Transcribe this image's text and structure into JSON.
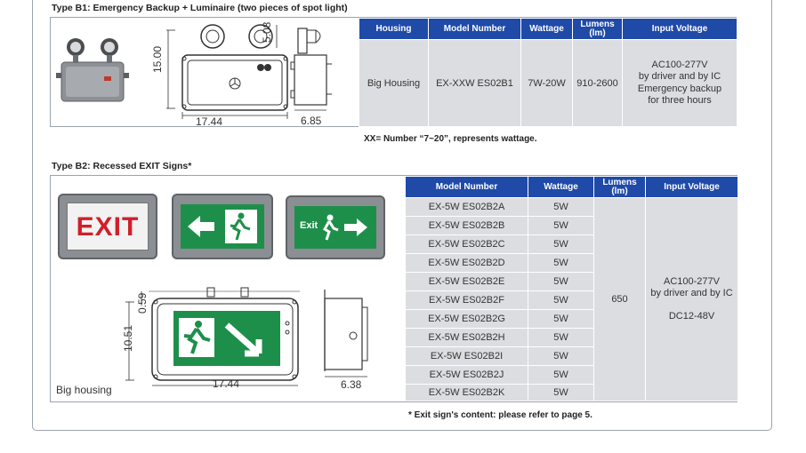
{
  "b1": {
    "title": "Type B1: Emergency Backup + Luminaire (two pieces of spot light)",
    "headers": [
      "Housing",
      "Model Number",
      "Wattage",
      "Lumens",
      "(lm)",
      "Input Voltage"
    ],
    "row": {
      "housing": "Big Housing",
      "model": "EX-XXW ES02B1",
      "wattage": "7W-20W",
      "lumens": "910-2600",
      "voltage": [
        "AC100-277V",
        "by driver and by IC",
        "Emergency backup",
        "for three hours"
      ]
    },
    "dims": {
      "height": "15.00",
      "lamp": "5.08",
      "width": "17.44",
      "depth": "6.85"
    },
    "footnote": "XX= Number “7~20”, represents wattage."
  },
  "b2": {
    "title": "Type B2: Recessed EXIT Signs*",
    "headers": [
      "Model Number",
      "Wattage",
      "Lumens",
      "(lm)",
      "Input Voltage"
    ],
    "models": [
      "EX-5W ES02B2A",
      "EX-5W ES02B2B",
      "EX-5W ES02B2C",
      "EX-5W ES02B2D",
      "EX-5W ES02B2E",
      "EX-5W ES02B2F",
      "EX-5W ES02B2G",
      "EX-5W ES02B2H",
      "EX-5W ES02B2I",
      "EX-5W ES02B2J",
      "EX-5W ES02B2K"
    ],
    "wattage": "5W",
    "lumens": "650",
    "voltage": [
      "AC100-277V",
      "by driver and by IC",
      "DC12-48V"
    ],
    "dims": {
      "height": "10.51",
      "top": "0.59",
      "width": "17.44",
      "depth": "6.38"
    },
    "sign_exit": "EXIT",
    "sign_exit_small": "Exit",
    "housing_label": "Big housing",
    "footnote": "* Exit sign's content: please refer to page 5."
  }
}
